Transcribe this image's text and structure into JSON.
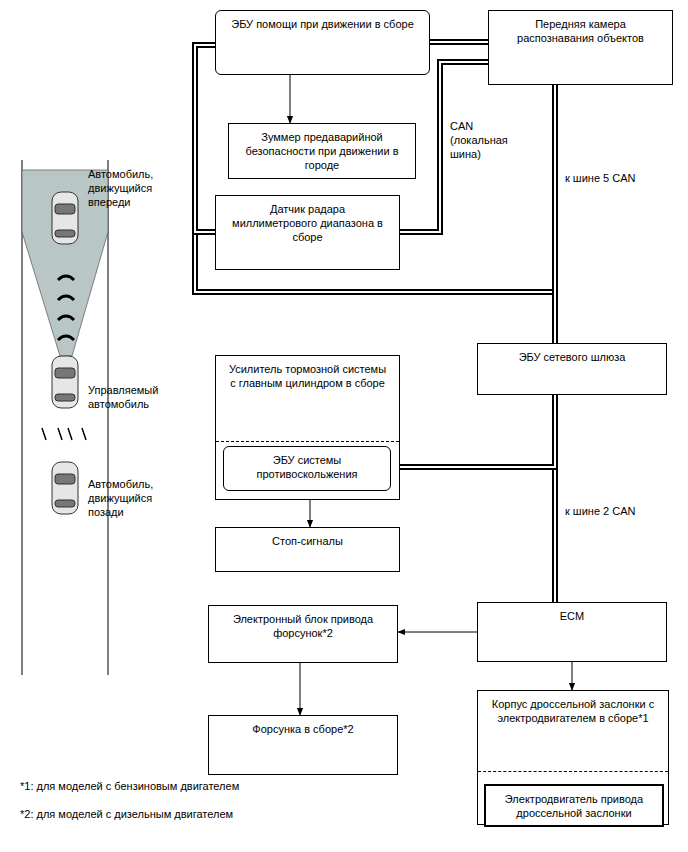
{
  "diagram": {
    "nodes": [
      {
        "text": [
          "ЭБУ помощи при движении в сборе"
        ]
      },
      {
        "text": [
          "Передняя камера распознавания объектов"
        ]
      },
      {
        "text": [
          "Зуммер предаварийной безопасности при движении в городе"
        ]
      },
      {
        "text": [
          "Датчик радара миллиметрового диапазона в сборе"
        ]
      },
      {
        "text": [
          "ЭБУ сетевого шлюза"
        ]
      },
      {
        "text": [
          "Усилитель тормозной системы с главным цилиндром в сборе"
        ]
      },
      {
        "text": [
          "ЭБУ системы противоскольжения"
        ],
        "in": 5
      },
      {
        "text": [
          "Стоп-сигналы"
        ]
      },
      {
        "text": [
          "Электронный блок привода форсунок*2"
        ]
      },
      {
        "text": [
          "ECM"
        ]
      },
      {
        "text": [
          "Форсунка в сборе*2"
        ]
      },
      {
        "text": [
          "Корпус дроссельной заслонки с электродвигателем в сборе*1"
        ]
      },
      {
        "text": [
          "Электродвигатель привода дроссельной заслонки"
        ],
        "in": 11
      }
    ],
    "edges": [
      {
        "from": 0,
        "to": 2,
        "arrow": "to"
      },
      {
        "from": 0,
        "to": 1,
        "arrow": "none"
      },
      {
        "from": 0,
        "to": 3,
        "arrow": "none"
      },
      {
        "from": 1,
        "to": 3,
        "label": "CAN (локальная шина)",
        "arrow": "none"
      },
      {
        "from": 1,
        "to": 4,
        "label": "к шине 5 CAN",
        "arrow": "none"
      },
      {
        "from": 4,
        "to": 9,
        "label": "к шине 2 CAN",
        "arrow": "none"
      },
      {
        "from": 6,
        "to": 4,
        "arrow": "none"
      },
      {
        "from": 5,
        "to": 7,
        "arrow": "to"
      },
      {
        "from": 9,
        "to": 8,
        "arrow": "to"
      },
      {
        "from": 8,
        "to": 10,
        "arrow": "to"
      },
      {
        "from": 9,
        "to": 11,
        "arrow": "to"
      }
    ],
    "labels": [
      "Автомобиль, движущийся впереди",
      "Управляемый автомобиль",
      "Автомобиль, движущийся позади",
      "*1: для моделей с бензиновым двигателем",
      "*2: для моделей с дизельным двигателем"
    ]
  }
}
